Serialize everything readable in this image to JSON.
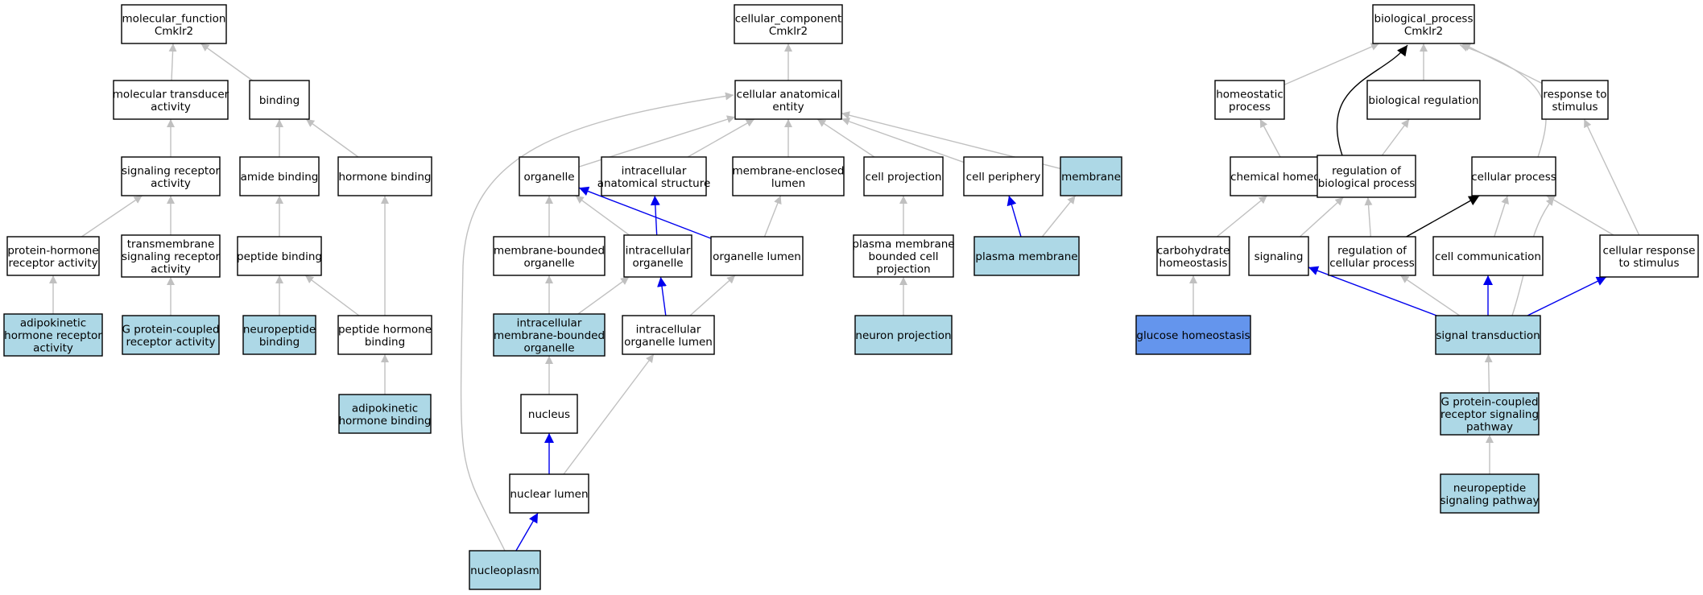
{
  "colors": {
    "plain": "#ffffff",
    "annotated": "#add8e6",
    "focus": "#6495ed",
    "edge_is_a": "#c0c0c0",
    "edge_part_of": "#0000ee",
    "edge_regulates": "#000000"
  },
  "nodes": [
    {
      "id": "mf",
      "lines": [
        "molecular_function",
        "Cmklr2"
      ],
      "kind": "plain"
    },
    {
      "id": "mta",
      "lines": [
        "molecular transducer",
        "activity"
      ],
      "kind": "plain"
    },
    {
      "id": "bind",
      "lines": [
        "binding"
      ],
      "kind": "plain"
    },
    {
      "id": "sra",
      "lines": [
        "signaling receptor",
        "activity"
      ],
      "kind": "plain"
    },
    {
      "id": "amide",
      "lines": [
        "amide binding"
      ],
      "kind": "plain"
    },
    {
      "id": "hormone",
      "lines": [
        "hormone binding"
      ],
      "kind": "plain"
    },
    {
      "id": "phra",
      "lines": [
        "protein-hormone",
        "receptor activity"
      ],
      "kind": "plain"
    },
    {
      "id": "tsra",
      "lines": [
        "transmembrane",
        "signaling receptor",
        "activity"
      ],
      "kind": "plain"
    },
    {
      "id": "pep",
      "lines": [
        "peptide binding"
      ],
      "kind": "plain"
    },
    {
      "id": "akhra",
      "lines": [
        "adipokinetic",
        "hormone receptor",
        "activity"
      ],
      "kind": "annotated"
    },
    {
      "id": "gpcra",
      "lines": [
        "G protein-coupled",
        "receptor activity"
      ],
      "kind": "annotated"
    },
    {
      "id": "npb",
      "lines": [
        "neuropeptide",
        "binding"
      ],
      "kind": "annotated"
    },
    {
      "id": "phb",
      "lines": [
        "peptide hormone",
        "binding"
      ],
      "kind": "plain"
    },
    {
      "id": "akhb",
      "lines": [
        "adipokinetic",
        "hormone binding"
      ],
      "kind": "annotated"
    },
    {
      "id": "cc",
      "lines": [
        "cellular_component",
        "Cmklr2"
      ],
      "kind": "plain"
    },
    {
      "id": "cae",
      "lines": [
        "cellular anatomical",
        "entity"
      ],
      "kind": "plain"
    },
    {
      "id": "org",
      "lines": [
        "organelle"
      ],
      "kind": "plain"
    },
    {
      "id": "ias",
      "lines": [
        "intracellular",
        "anatomical structure"
      ],
      "kind": "plain"
    },
    {
      "id": "mel",
      "lines": [
        "membrane-enclosed",
        "lumen"
      ],
      "kind": "plain"
    },
    {
      "id": "cproj",
      "lines": [
        "cell projection"
      ],
      "kind": "plain"
    },
    {
      "id": "cper",
      "lines": [
        "cell periphery"
      ],
      "kind": "plain"
    },
    {
      "id": "mem",
      "lines": [
        "membrane"
      ],
      "kind": "annotated"
    },
    {
      "id": "mbo",
      "lines": [
        "membrane-bounded",
        "organelle"
      ],
      "kind": "plain"
    },
    {
      "id": "io",
      "lines": [
        "intracellular",
        "organelle"
      ],
      "kind": "plain"
    },
    {
      "id": "ol",
      "lines": [
        "organelle lumen"
      ],
      "kind": "plain"
    },
    {
      "id": "pmbcp",
      "lines": [
        "plasma membrane",
        "bounded cell",
        "projection"
      ],
      "kind": "plain"
    },
    {
      "id": "pm",
      "lines": [
        "plasma membrane"
      ],
      "kind": "annotated"
    },
    {
      "id": "imbo",
      "lines": [
        "intracellular",
        "membrane-bounded",
        "organelle"
      ],
      "kind": "annotated"
    },
    {
      "id": "iol",
      "lines": [
        "intracellular",
        "organelle lumen"
      ],
      "kind": "plain"
    },
    {
      "id": "np",
      "lines": [
        "neuron projection"
      ],
      "kind": "annotated"
    },
    {
      "id": "nuc",
      "lines": [
        "nucleus"
      ],
      "kind": "plain"
    },
    {
      "id": "nl",
      "lines": [
        "nuclear lumen"
      ],
      "kind": "plain"
    },
    {
      "id": "nuclp",
      "lines": [
        "nucleoplasm"
      ],
      "kind": "annotated"
    },
    {
      "id": "bp",
      "lines": [
        "biological_process",
        "Cmklr2"
      ],
      "kind": "plain"
    },
    {
      "id": "hp",
      "lines": [
        "homeostatic",
        "process"
      ],
      "kind": "plain"
    },
    {
      "id": "breg",
      "lines": [
        "biological regulation"
      ],
      "kind": "plain"
    },
    {
      "id": "rts",
      "lines": [
        "response to",
        "stimulus"
      ],
      "kind": "plain"
    },
    {
      "id": "chem",
      "lines": [
        "chemical homeostasis"
      ],
      "kind": "plain"
    },
    {
      "id": "rbp",
      "lines": [
        "regulation of",
        "biological process"
      ],
      "kind": "plain"
    },
    {
      "id": "cp",
      "lines": [
        "cellular process"
      ],
      "kind": "plain"
    },
    {
      "id": "ch",
      "lines": [
        "carbohydrate",
        "homeostasis"
      ],
      "kind": "plain"
    },
    {
      "id": "sig",
      "lines": [
        "signaling"
      ],
      "kind": "plain"
    },
    {
      "id": "rcp",
      "lines": [
        "regulation of",
        "cellular process"
      ],
      "kind": "plain"
    },
    {
      "id": "ccom",
      "lines": [
        "cell communication"
      ],
      "kind": "plain"
    },
    {
      "id": "crs",
      "lines": [
        "cellular response",
        "to stimulus"
      ],
      "kind": "plain"
    },
    {
      "id": "gh",
      "lines": [
        "glucose homeostasis"
      ],
      "kind": "focus"
    },
    {
      "id": "st",
      "lines": [
        "signal transduction"
      ],
      "kind": "annotated"
    },
    {
      "id": "gpcrsp",
      "lines": [
        "G protein-coupled",
        "receptor signaling",
        "pathway"
      ],
      "kind": "annotated"
    },
    {
      "id": "npsp",
      "lines": [
        "neuropeptide",
        "signaling pathway"
      ],
      "kind": "annotated"
    }
  ],
  "edges": [
    {
      "from": "mta",
      "to": "mf",
      "type": "is_a"
    },
    {
      "from": "bind",
      "to": "mf",
      "type": "is_a"
    },
    {
      "from": "sra",
      "to": "mta",
      "type": "is_a"
    },
    {
      "from": "amide",
      "to": "bind",
      "type": "is_a"
    },
    {
      "from": "hormone",
      "to": "bind",
      "type": "is_a"
    },
    {
      "from": "phra",
      "to": "sra",
      "type": "is_a"
    },
    {
      "from": "tsra",
      "to": "sra",
      "type": "is_a"
    },
    {
      "from": "pep",
      "to": "amide",
      "type": "is_a"
    },
    {
      "from": "akhra",
      "to": "phra",
      "type": "is_a"
    },
    {
      "from": "gpcra",
      "to": "tsra",
      "type": "is_a"
    },
    {
      "from": "npb",
      "to": "pep",
      "type": "is_a"
    },
    {
      "from": "phb",
      "to": "pep",
      "type": "is_a"
    },
    {
      "from": "phb",
      "to": "hormone",
      "type": "is_a"
    },
    {
      "from": "akhb",
      "to": "phb",
      "type": "is_a"
    },
    {
      "from": "cae",
      "to": "cc",
      "type": "is_a"
    },
    {
      "from": "org",
      "to": "cae",
      "type": "is_a"
    },
    {
      "from": "ias",
      "to": "cae",
      "type": "is_a"
    },
    {
      "from": "mel",
      "to": "cae",
      "type": "is_a"
    },
    {
      "from": "cproj",
      "to": "cae",
      "type": "is_a"
    },
    {
      "from": "cper",
      "to": "cae",
      "type": "is_a"
    },
    {
      "from": "mem",
      "to": "cae",
      "type": "is_a"
    },
    {
      "from": "nuclp",
      "to": "cae",
      "type": "is_a",
      "curve": "far-left"
    },
    {
      "from": "mbo",
      "to": "org",
      "type": "is_a"
    },
    {
      "from": "io",
      "to": "org",
      "type": "is_a"
    },
    {
      "from": "io",
      "to": "ias",
      "type": "part_of"
    },
    {
      "from": "ol",
      "to": "org",
      "type": "part_of"
    },
    {
      "from": "ol",
      "to": "mel",
      "type": "is_a"
    },
    {
      "from": "pmbcp",
      "to": "cproj",
      "type": "is_a"
    },
    {
      "from": "pm",
      "to": "cper",
      "type": "part_of"
    },
    {
      "from": "pm",
      "to": "mem",
      "type": "is_a"
    },
    {
      "from": "imbo",
      "to": "mbo",
      "type": "is_a"
    },
    {
      "from": "imbo",
      "to": "io",
      "type": "is_a"
    },
    {
      "from": "iol",
      "to": "io",
      "type": "part_of"
    },
    {
      "from": "iol",
      "to": "ol",
      "type": "is_a"
    },
    {
      "from": "np",
      "to": "pmbcp",
      "type": "is_a"
    },
    {
      "from": "nuc",
      "to": "imbo",
      "type": "is_a"
    },
    {
      "from": "nl",
      "to": "nuc",
      "type": "part_of"
    },
    {
      "from": "nl",
      "to": "iol",
      "type": "is_a"
    },
    {
      "from": "nuclp",
      "to": "nl",
      "type": "part_of"
    },
    {
      "from": "hp",
      "to": "bp",
      "type": "is_a"
    },
    {
      "from": "breg",
      "to": "bp",
      "type": "is_a"
    },
    {
      "from": "rts",
      "to": "bp",
      "type": "is_a"
    },
    {
      "from": "rbp",
      "to": "bp",
      "type": "regulates",
      "curve": "left"
    },
    {
      "from": "cp",
      "to": "bp",
      "type": "is_a",
      "curve": "right"
    },
    {
      "from": "chem",
      "to": "hp",
      "type": "is_a"
    },
    {
      "from": "rbp",
      "to": "breg",
      "type": "is_a"
    },
    {
      "from": "ch",
      "to": "chem",
      "type": "is_a"
    },
    {
      "from": "sig",
      "to": "rbp",
      "type": "is_a"
    },
    {
      "from": "rcp",
      "to": "rbp",
      "type": "is_a"
    },
    {
      "from": "rcp",
      "to": "cp",
      "type": "regulates"
    },
    {
      "from": "ccom",
      "to": "cp",
      "type": "is_a"
    },
    {
      "from": "crs",
      "to": "cp",
      "type": "is_a"
    },
    {
      "from": "crs",
      "to": "rts",
      "type": "is_a"
    },
    {
      "from": "gh",
      "to": "ch",
      "type": "is_a"
    },
    {
      "from": "st",
      "to": "sig",
      "type": "part_of"
    },
    {
      "from": "st",
      "to": "rcp",
      "type": "is_a"
    },
    {
      "from": "st",
      "to": "ccom",
      "type": "part_of"
    },
    {
      "from": "st",
      "to": "cp",
      "type": "is_a",
      "curve": "right"
    },
    {
      "from": "st",
      "to": "crs",
      "type": "part_of"
    },
    {
      "from": "gpcrsp",
      "to": "st",
      "type": "is_a"
    },
    {
      "from": "npsp",
      "to": "gpcrsp",
      "type": "is_a"
    }
  ]
}
